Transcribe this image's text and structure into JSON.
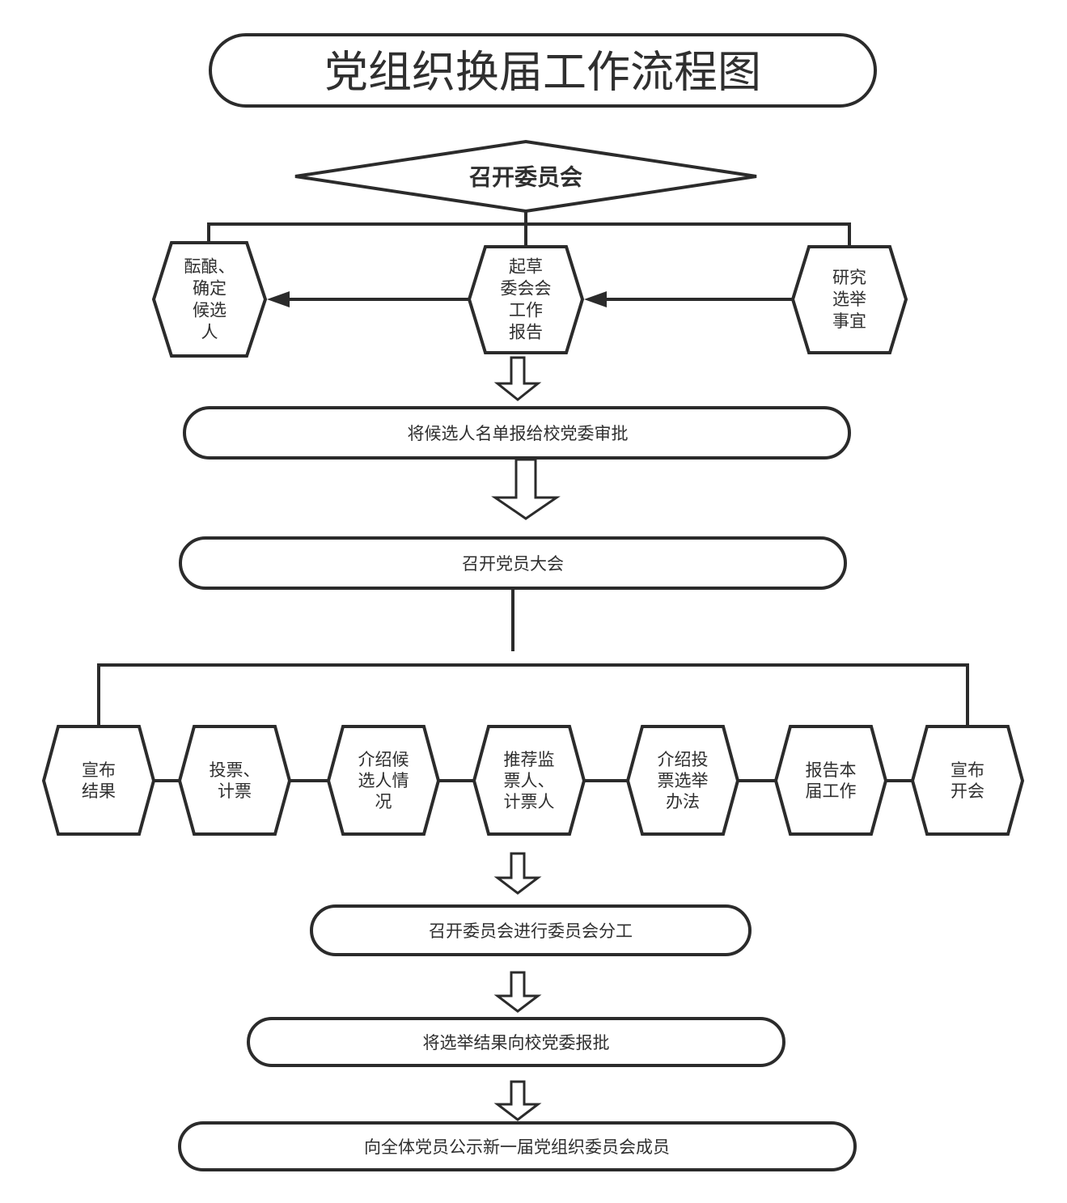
{
  "title": "党组织换届工作流程图",
  "start": "召开委员会",
  "top_hexes": [
    {
      "id": "left",
      "lines": [
        "酝酿、",
        "确定",
        "候选",
        "人"
      ]
    },
    {
      "id": "center",
      "lines": [
        "起草",
        "委会会",
        "工作",
        "报告"
      ]
    },
    {
      "id": "right",
      "lines": [
        "研究",
        "选举",
        "事宜"
      ]
    }
  ],
  "steps": {
    "approval": "将候选人名单报给校党委审批",
    "assembly": "召开党员大会",
    "division": "召开委员会进行委员会分工",
    "report": "将选举结果向校党委报批",
    "publicize": "向全体党员公示新一届党组织委员会成员"
  },
  "assembly_hexes": [
    {
      "id": "announce-result",
      "lines": [
        "宣布",
        "结果"
      ]
    },
    {
      "id": "vote-count",
      "lines": [
        "投票、",
        "计票"
      ]
    },
    {
      "id": "introduce-candidates",
      "lines": [
        "介绍候",
        "选人情",
        "况"
      ]
    },
    {
      "id": "recommend-scrutineers",
      "lines": [
        "推荐监",
        "票人、",
        "计票人"
      ]
    },
    {
      "id": "introduce-method",
      "lines": [
        "介绍投",
        "票选举",
        "办法"
      ]
    },
    {
      "id": "report-work",
      "lines": [
        "报告本",
        "届工作"
      ]
    },
    {
      "id": "announce-open",
      "lines": [
        "宣布",
        "开会"
      ]
    }
  ]
}
